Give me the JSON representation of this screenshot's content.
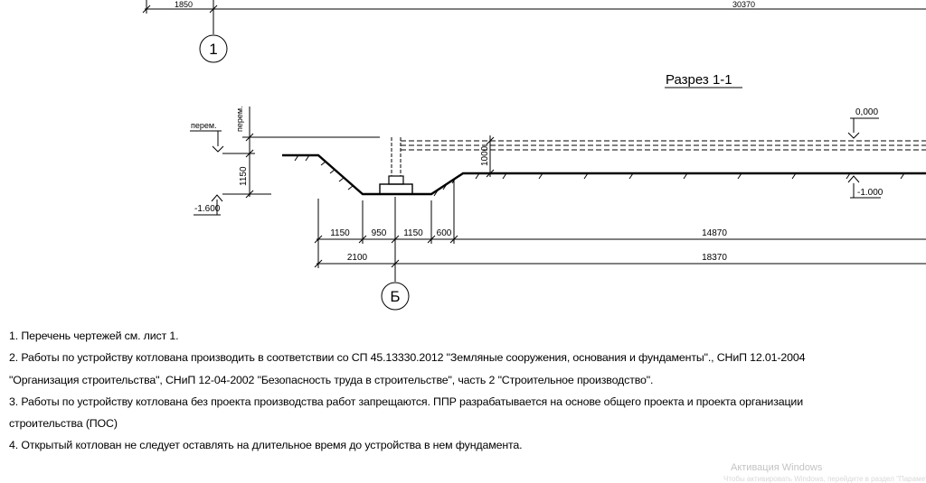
{
  "section": {
    "title": "Разрез 1-1",
    "axis_top": "1",
    "axis_bottom": "Б"
  },
  "top_dims": {
    "left": "1850",
    "right": "30370"
  },
  "levels": {
    "perem_left": "перем.",
    "perem_vertical": "перем.",
    "bottom": "-1.600",
    "zero": "0,000",
    "floor": "-1.000",
    "depth": "1150",
    "height": "1000"
  },
  "bottom_dims": {
    "row1": [
      "1150",
      "950",
      "1150",
      "600",
      "14870"
    ],
    "row2": [
      "2100",
      "18370"
    ]
  },
  "notes": [
    "1. Перечень чертежей см. лист 1.",
    "2. Работы по  устройству котлована производить в соответствии со СП 45.13330.2012 \"Земляные сооружения, основания и фундаменты\"., СНиП 12.01-2004",
    "\"Организация строительства\", СНиП 12-04-2002 \"Безопасность труда в  строительстве\", часть 2 \"Строительное производство\".",
    "3. Работы по устройству котлована без проекта производства работ запрещаются. ППР разрабатывается на основе общего проекта и проекта организации",
    "строительства (ПОС)",
    "4. Открытый котлован не следует оставлять на длительное время до устройства в нем фундамента."
  ],
  "watermark": {
    "title": "Активация Windows",
    "subtitle": "Чтобы активировать Windows, перейдите в раздел \"Параметры\"."
  }
}
